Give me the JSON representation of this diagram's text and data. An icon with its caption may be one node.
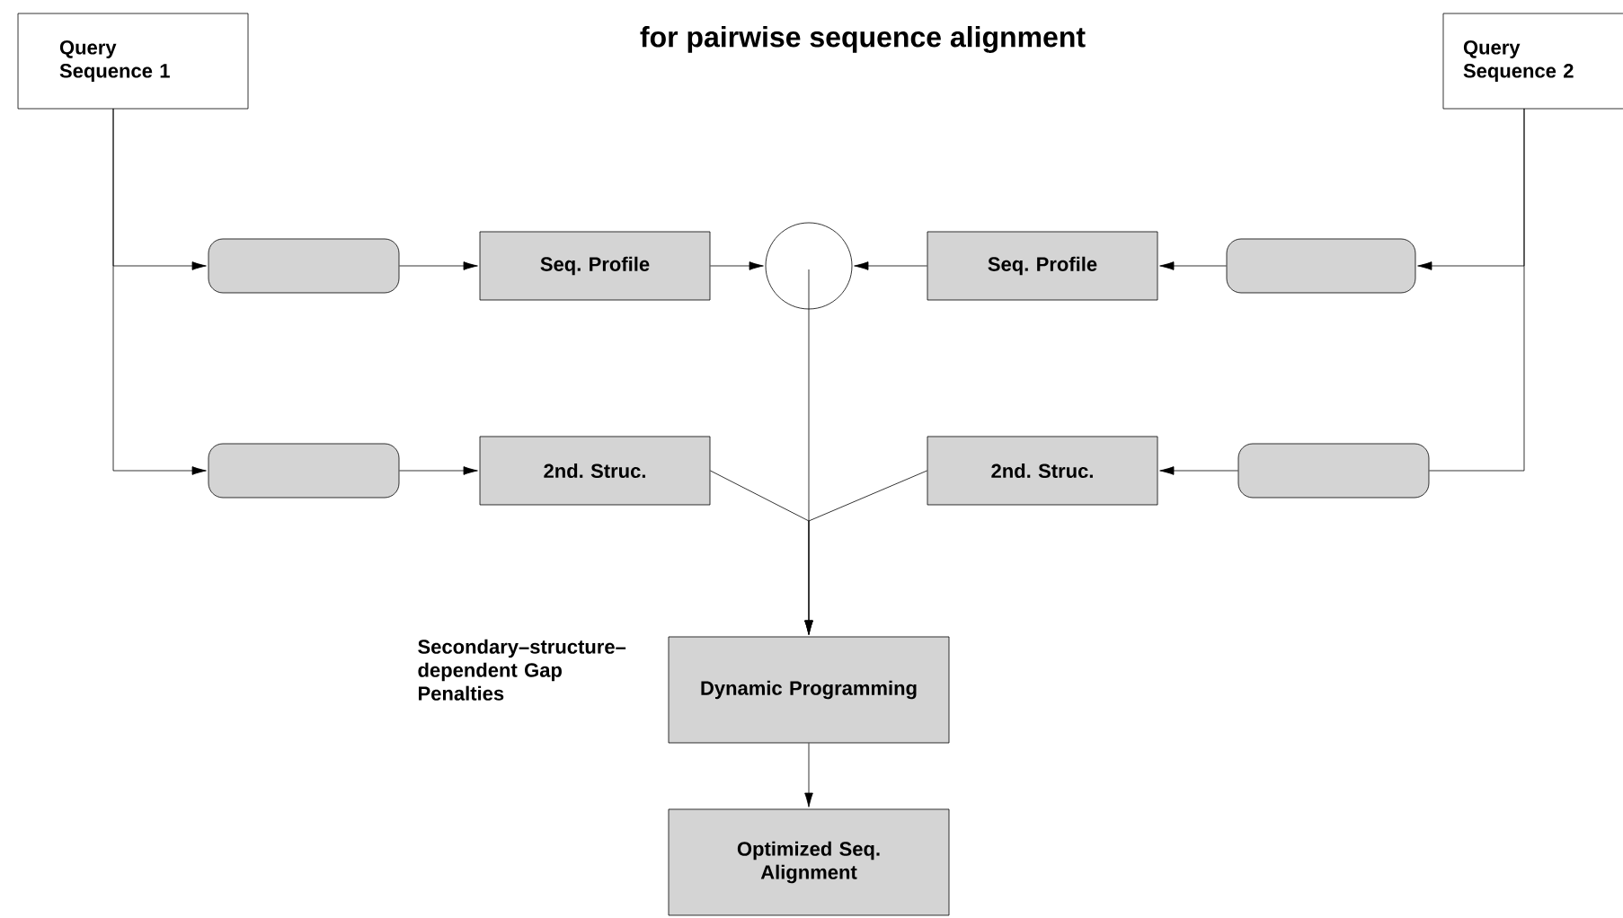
{
  "diagram": {
    "title": "for pairwise sequence alignment",
    "nodes": [
      {
        "text": [
          "Query Sequence 1"
        ]
      },
      {
        "text": [
          "Query Sequence 2"
        ]
      },
      {
        "text": [],
        "shape": "box"
      },
      {
        "text": [
          "Seq. Profile"
        ]
      },
      {
        "text": [],
        "shape": "circle"
      },
      {
        "text": [
          "Seq. Profile"
        ]
      },
      {
        "text": [],
        "shape": "box"
      },
      {
        "text": [],
        "shape": "box"
      },
      {
        "text": [
          "2nd. Struc."
        ]
      },
      {
        "text": [
          "2nd. Struc."
        ]
      },
      {
        "text": [],
        "shape": "box"
      },
      {
        "text": [
          "Dynamic Programming"
        ],
        "beside": [
          "Secondary–structure–dependent Gap Penalties"
        ]
      },
      {
        "text": [
          "Optimized Seq. Alignment"
        ]
      }
    ],
    "edges": [
      {
        "from": 0,
        "to": 2,
        "arrow": "to"
      },
      {
        "from": 0,
        "to": 7,
        "arrow": "to"
      },
      {
        "from": 1,
        "to": 6,
        "arrow": "to"
      },
      {
        "from": 1,
        "to": 10,
        "arrow": "none"
      },
      {
        "from": 2,
        "to": 3,
        "arrow": "to"
      },
      {
        "from": 3,
        "to": 4,
        "arrow": "to"
      },
      {
        "from": 6,
        "to": 5,
        "arrow": "to"
      },
      {
        "from": 5,
        "to": 4,
        "arrow": "to"
      },
      {
        "from": 7,
        "to": 8,
        "arrow": "to"
      },
      {
        "from": 10,
        "to": 9,
        "arrow": "to"
      },
      {
        "from": 4,
        "to": 11,
        "arrow": "to"
      },
      {
        "from": 8,
        "to": 11,
        "arrow": "to"
      },
      {
        "from": 9,
        "to": 11,
        "arrow": "to"
      },
      {
        "from": 11,
        "to": 12,
        "arrow": "to"
      }
    ]
  }
}
